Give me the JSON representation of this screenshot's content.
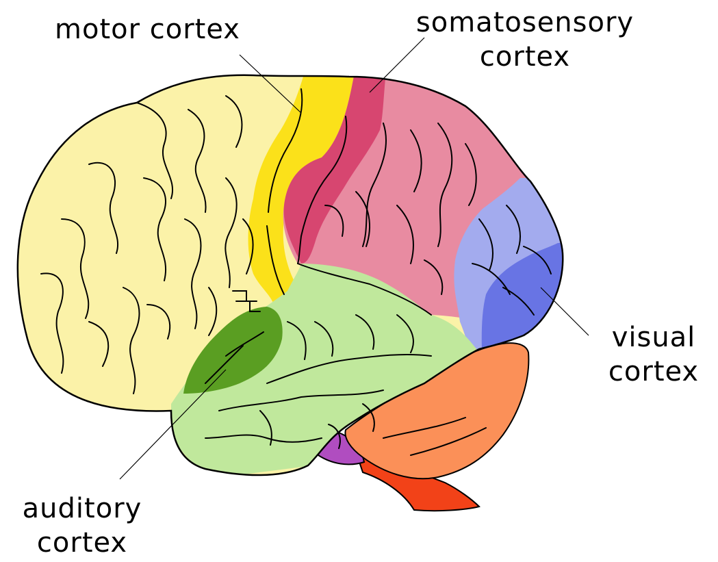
{
  "labels": {
    "motor": [
      "motor cortex"
    ],
    "somatosensory": [
      "somatosensory",
      "cortex"
    ],
    "visual": [
      "visual",
      "cortex"
    ],
    "auditory": [
      "auditory",
      "cortex"
    ]
  },
  "colors": {
    "frontal": "#FBF2A8",
    "motor": "#FBE11A",
    "somato_dark": "#D74670",
    "parietal": "#E88BA1",
    "visual_light": "#A3ABEE",
    "visual_dark": "#6874E4",
    "auditory": "#5A9E22",
    "temporal": "#C0E89C",
    "cerebellum": "#FB9058",
    "brainstem": "#F24218",
    "pons": "#B04DC0",
    "outline": "#000000"
  }
}
